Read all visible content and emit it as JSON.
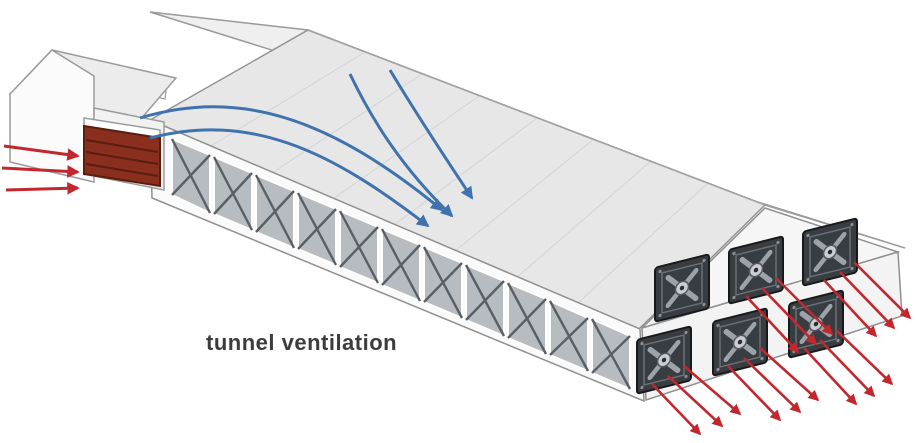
{
  "diagram": {
    "label": "tunnel ventilation",
    "colors": {
      "background": "#ffffff",
      "roof_near_slope": "#e7e7e7",
      "roof_far_slope": "#efefef",
      "wall_white": "#fafafa",
      "truss_panel": "#b7bcc0",
      "truss_brace": "#585f66",
      "inlet_louver": "#8a2f1d",
      "fan_housing": "#383d41",
      "fresh_air_arrow": "#c2272d",
      "interior_airflow_arrow": "#4073ae",
      "label_text": "#3c3c3c"
    },
    "counts": {
      "exhaust_fans": 6,
      "inlet_arrows": 3,
      "interior_airflow_arrows": 4,
      "exhaust_arrows": 15,
      "sidewall_truss_panels": 11
    }
  }
}
